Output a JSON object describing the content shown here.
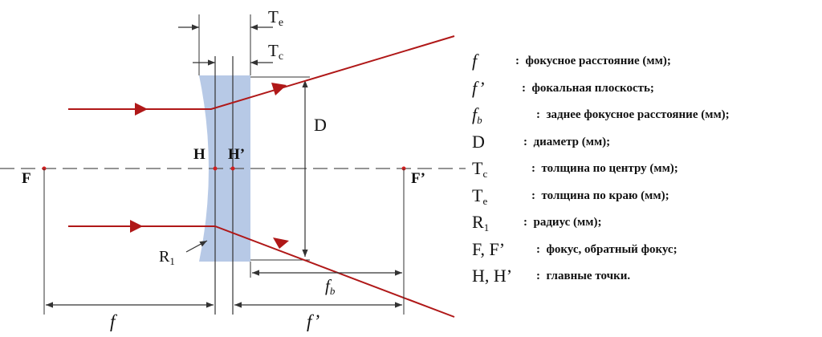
{
  "diagram": {
    "labels": {
      "te": "T",
      "te_sub": "e",
      "tc": "T",
      "tc_sub": "c",
      "d": "D",
      "h": "H",
      "h_prime": "H’",
      "f_point": "F",
      "f_prime_point": "F’",
      "r1": "R",
      "r1_sub": "1",
      "fb": "f",
      "fb_sub": "b",
      "f_dim": "f",
      "f_prime_dim": "f’"
    },
    "colors": {
      "ray": "#b01818",
      "lens": "#b7c9e6",
      "axis": "#555555",
      "dim": "#333333",
      "focus_dot": "#d02020"
    }
  },
  "legend": {
    "items": [
      {
        "symbol": "f",
        "symbol_sub": "",
        "colon": ":",
        "text": "фокусное расстояние (мм);"
      },
      {
        "symbol": "f’",
        "symbol_sub": "",
        "colon": ":",
        "text": "фокальная плоскость;"
      },
      {
        "symbol": "f",
        "symbol_sub": "b",
        "colon": ":",
        "text": "заднее фокусное расстояние (мм);"
      },
      {
        "symbol": "D",
        "symbol_sub": "",
        "colon": ":",
        "text": "диаметр (мм);"
      },
      {
        "symbol": "T",
        "symbol_sub": "c",
        "colon": ":",
        "text": "толщина по центру (мм);"
      },
      {
        "symbol": "T",
        "symbol_sub": "e",
        "colon": ":",
        "text": "толщина по краю (мм);"
      },
      {
        "symbol": "R",
        "symbol_sub": "1",
        "colon": ":",
        "text": "радиус (мм);"
      },
      {
        "symbol": "F, F’",
        "symbol_sub": "",
        "colon": ":",
        "text": "фокус, обратный фокус;"
      },
      {
        "symbol": "H, H’",
        "symbol_sub": "",
        "colon": ":",
        "text": "главные точки."
      }
    ]
  }
}
